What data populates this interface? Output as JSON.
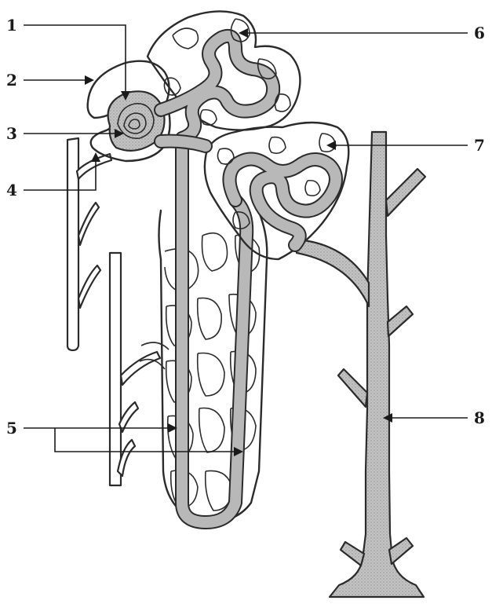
{
  "labels": {
    "l1": "1",
    "l2": "2",
    "l3": "3",
    "l4": "4",
    "l5": "5",
    "l6": "6",
    "l7": "7",
    "l8": "8"
  }
}
